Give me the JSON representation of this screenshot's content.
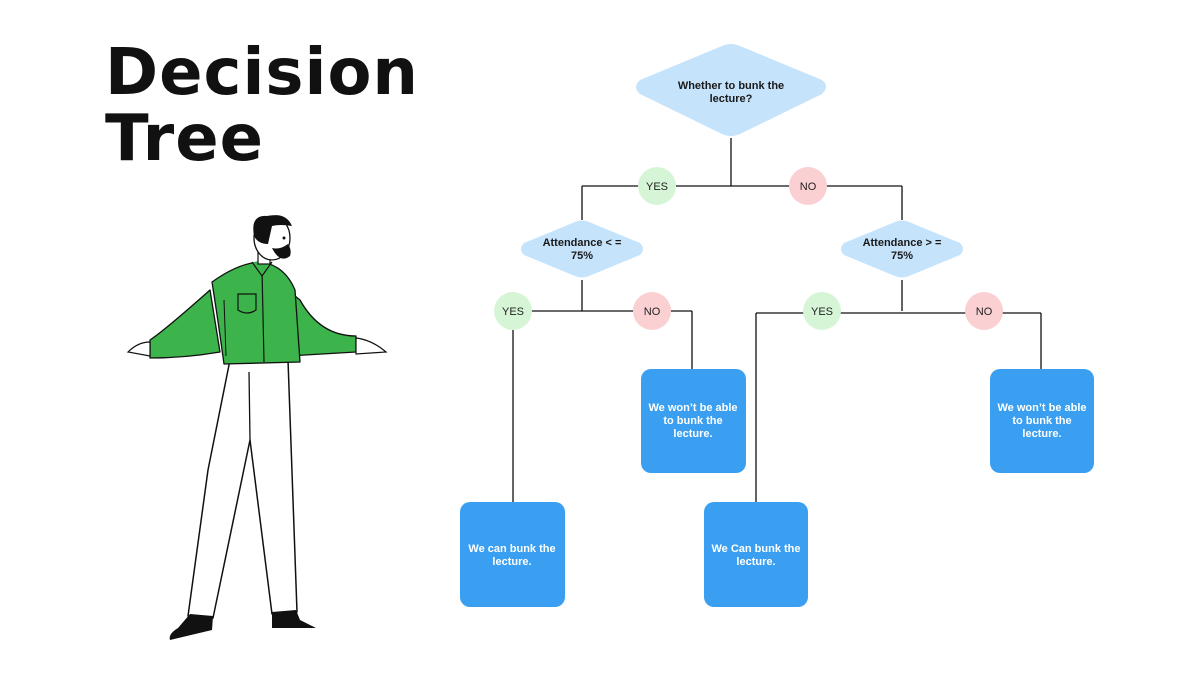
{
  "title": {
    "line1": "Decision",
    "line2": "Tree"
  },
  "colors": {
    "decision_fill": "#c5e3fb",
    "leaf_fill": "#3a9ff0",
    "yes_fill": "#d6f5d6",
    "no_fill": "#fbd0d3",
    "shirt": "#3cb44b"
  },
  "tree": {
    "root": {
      "line1": "Whether to bunk the",
      "line2": "lecture?"
    },
    "left_decision": {
      "line1": "Attendance < =",
      "line2": "75%"
    },
    "right_decision": {
      "line1": "Attendance > =",
      "line2": "75%"
    },
    "edges": {
      "root_yes": "YES",
      "root_no": "NO",
      "left_yes": "YES",
      "left_no": "NO",
      "right_yes": "YES",
      "right_no": "NO"
    },
    "leaves": {
      "left_yes": {
        "line1": "We can bunk the",
        "line2": "lecture."
      },
      "left_no": {
        "line1": "We won’t be able",
        "line2": "to bunk the",
        "line3": "lecture."
      },
      "right_yes": {
        "line1": "We Can bunk the",
        "line2": "lecture."
      },
      "right_no": {
        "line1": "We won’t be able",
        "line2": "to bunk the",
        "line3": "lecture."
      }
    }
  },
  "illustration": {
    "subject": "person-shrugging"
  }
}
